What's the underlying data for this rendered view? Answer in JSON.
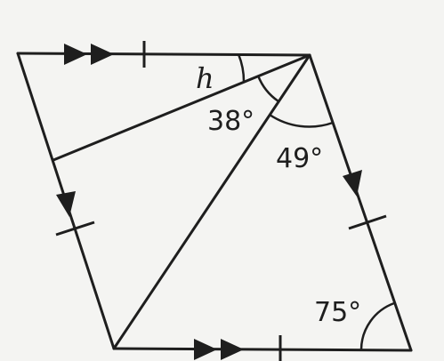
{
  "labels": {
    "unknown_angle": "h",
    "angle_top_inner": "38°",
    "angle_top_right": "49°",
    "angle_bottom_right": "75°"
  }
}
